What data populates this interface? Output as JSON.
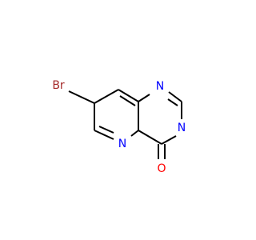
{
  "atoms": {
    "bromine": {
      "label": "Br",
      "color": "#a52a2a"
    },
    "n1": {
      "label": "N",
      "color": "#0000ff"
    },
    "n3": {
      "label": "N",
      "color": "#0000ff"
    },
    "n5": {
      "label": "N",
      "color": "#0000ff"
    },
    "oxygen": {
      "label": "O",
      "color": "#ff0000"
    }
  }
}
